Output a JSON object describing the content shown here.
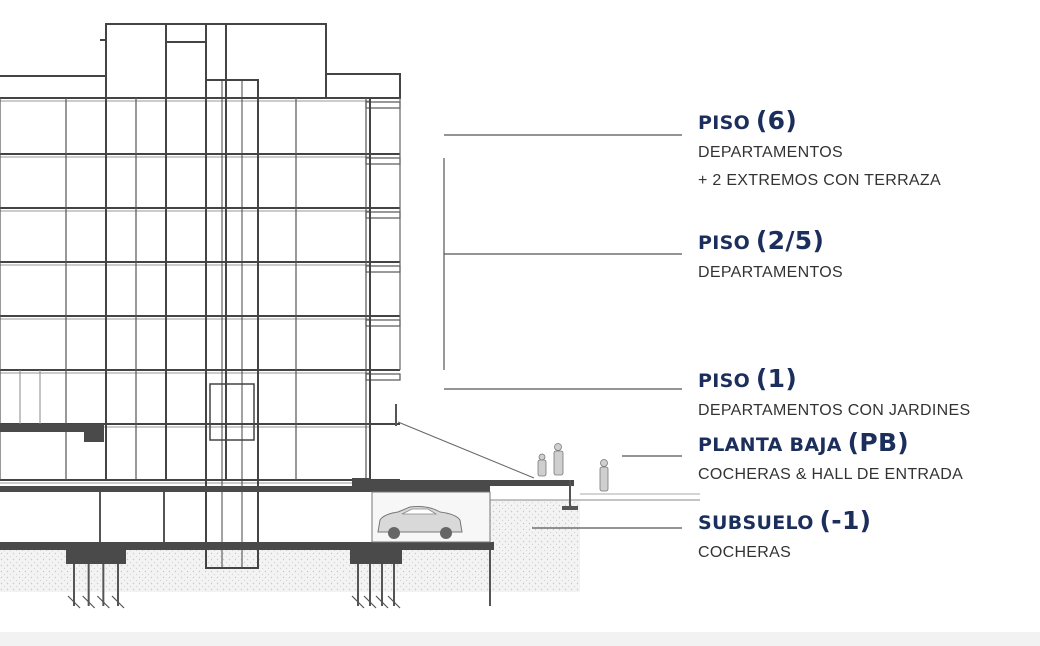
{
  "levels": [
    {
      "word": "PISO",
      "code": "(6)",
      "lines": [
        "DEPARTAMENTOS",
        "+ 2 EXTREMOS CON TERRAZA"
      ]
    },
    {
      "word": "PISO",
      "code": "(2/5)",
      "lines": [
        "DEPARTAMENTOS"
      ]
    },
    {
      "word": "PISO",
      "code": "(1)",
      "lines": [
        "DEPARTAMENTOS CON JARDINES"
      ]
    },
    {
      "word": "PLANTA BAJA",
      "code": "(PB)",
      "lines": [
        "COCHERAS & HALL DE ENTRADA"
      ]
    },
    {
      "word": "SUBSUELO",
      "code": "(-1)",
      "lines": [
        "COCHERAS"
      ]
    }
  ],
  "colors": {
    "title": "#1c2f5c",
    "text": "#333333",
    "line": "#555555",
    "slab": "#4a4a4a",
    "ground": "#eeeeee"
  }
}
